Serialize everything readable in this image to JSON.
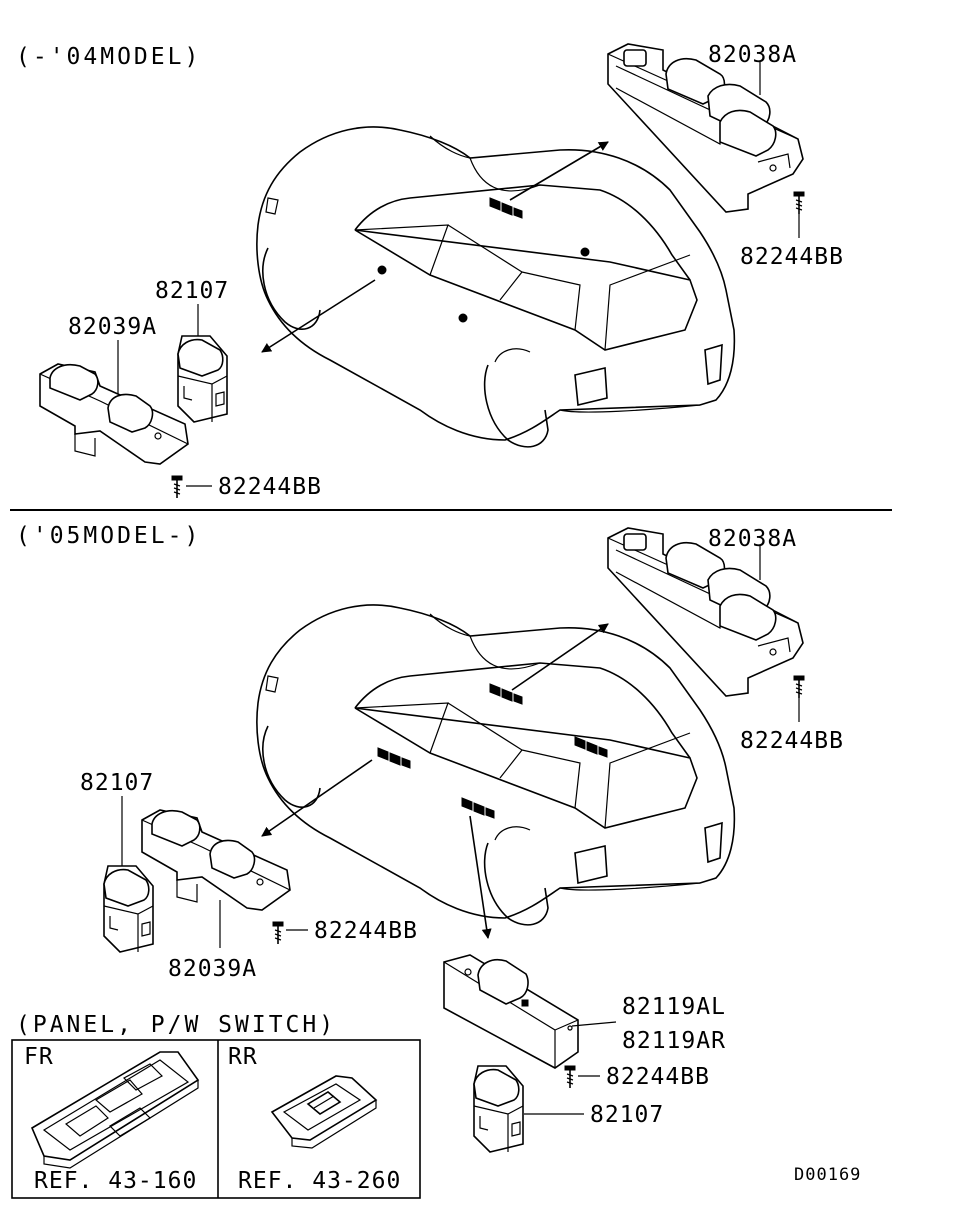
{
  "sections": {
    "top_header": "(-'04MODEL)",
    "bottom_header": "('05MODEL-)",
    "panel_header": "(PANEL, P/W  SWITCH)"
  },
  "top_labels": {
    "front_main": "82038A",
    "front_screw": "82244BB",
    "rear_single": "82107",
    "rear_combo": "82039A",
    "rear_screw": "82244BB"
  },
  "bottom_labels": {
    "front_main": "82038A",
    "front_screw": "82244BB",
    "rear_single": "82107",
    "rear_combo": "82039A",
    "rear_screw": "82244BB",
    "side_left": "82119AL",
    "side_right": "82119AR",
    "side_screw": "82244BB",
    "side_single": "82107"
  },
  "panel": {
    "fr_title": "FR",
    "fr_ref": "REF. 43-160",
    "rr_title": "RR",
    "rr_ref": "REF. 43-260"
  },
  "diagram_code": "D00169"
}
